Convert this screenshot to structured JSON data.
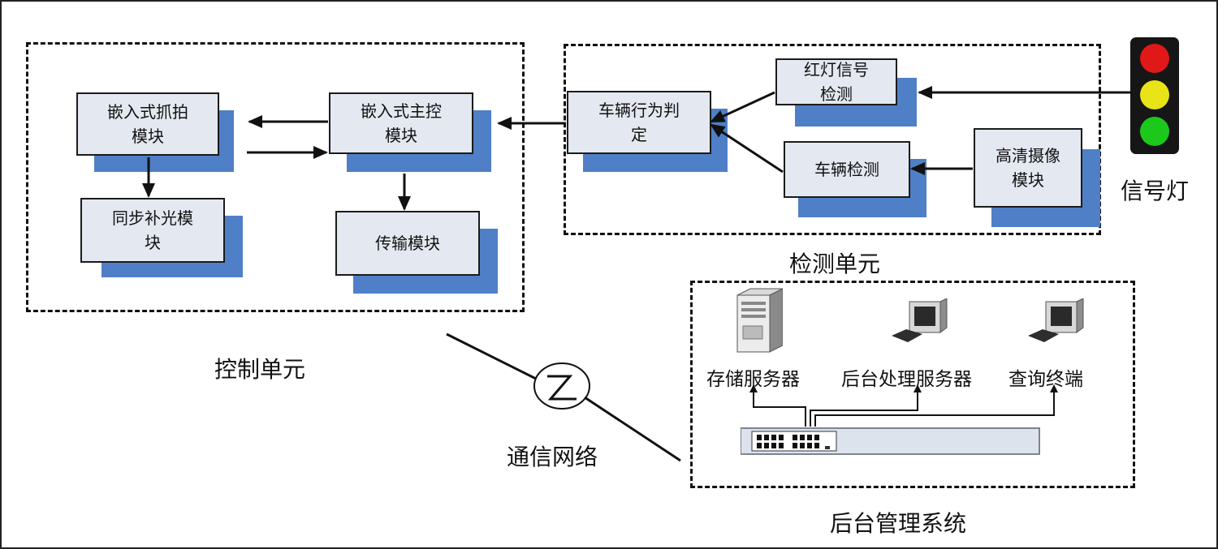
{
  "units": {
    "control": "控制单元",
    "detection": "检测单元",
    "backend": "后台管理系统",
    "network": "通信网络"
  },
  "control_blocks": {
    "capture": "嵌入式抓拍\n模块",
    "main_control": "嵌入式主控\n模块",
    "flash": "同步补光模\n块",
    "transmission": "传输模块"
  },
  "detection_blocks": {
    "behavior": "车辆行为判\n定",
    "red_light": "红灯信号\n检测",
    "vehicle": "车辆检测",
    "camera": "高清摄像\n模块"
  },
  "traffic_light": {
    "label": "信号灯",
    "colors": [
      "#e01818",
      "#e8e418",
      "#1cc81c"
    ]
  },
  "backend_nodes": {
    "storage": "存储服务器",
    "processing": "后台处理服务器",
    "query": "查询终端"
  },
  "colors": {
    "block_face": "#e4e8f0",
    "block_shadow": "#4f7fc6"
  }
}
